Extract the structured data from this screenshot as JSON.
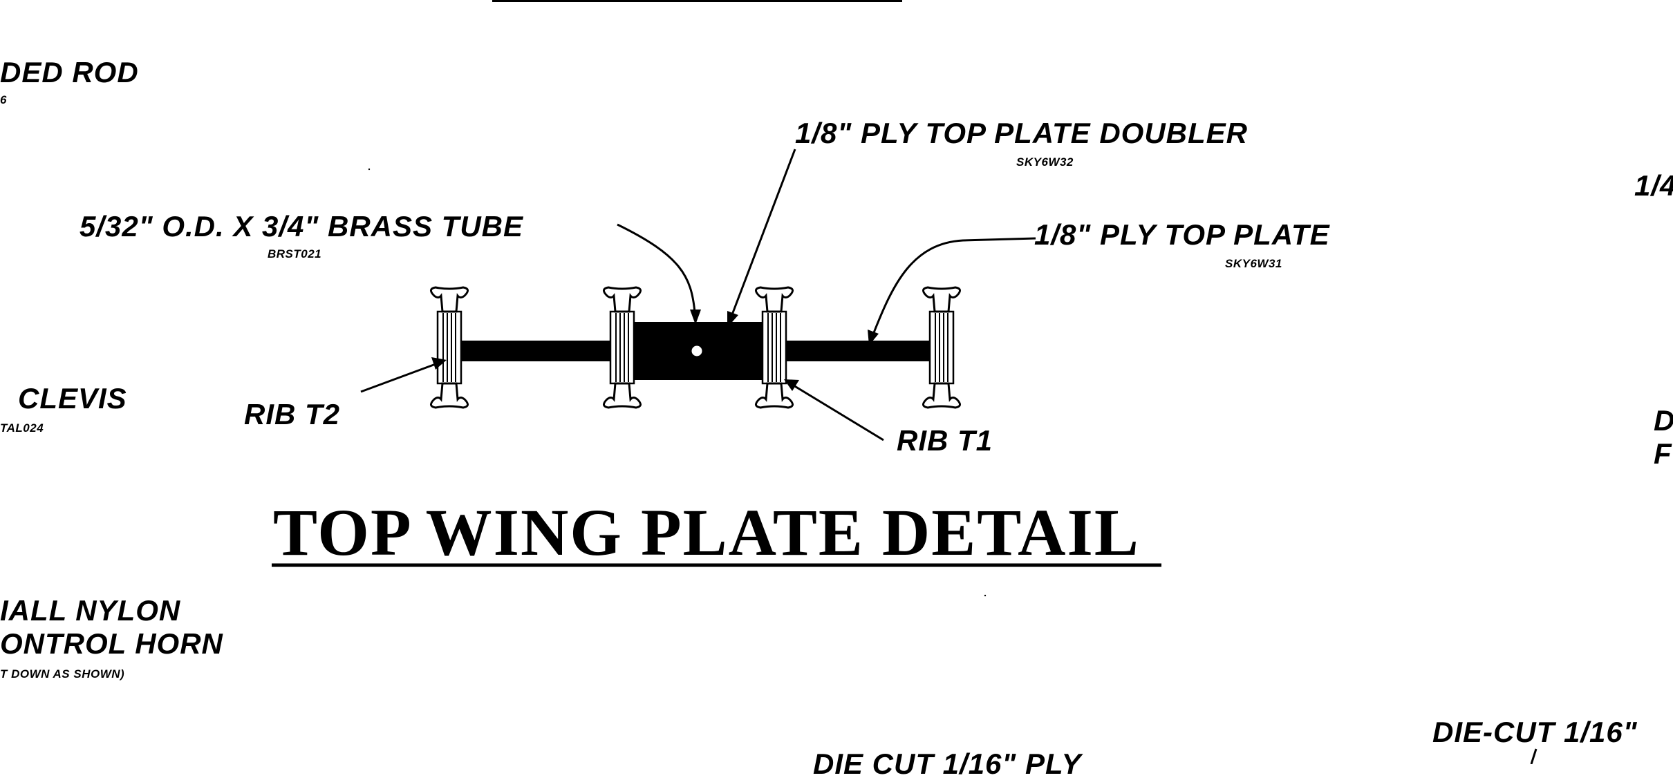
{
  "title": "TOP WING PLATE DETAIL",
  "callouts": {
    "ply_doubler": {
      "label": "1/8\" PLY TOP PLATE DOUBLER",
      "part": "SKY6W32"
    },
    "brass_tube": {
      "label": "5/32\" O.D. X 3/4\" BRASS TUBE",
      "part": "BRST021"
    },
    "ply_top_plate": {
      "label": "1/8\" PLY TOP PLATE",
      "part": "SKY6W31"
    },
    "rib_t2": {
      "label": "RIB T2"
    },
    "rib_t1": {
      "label": "RIB T1"
    }
  },
  "edge_left": {
    "threaded_rod": "DED ROD",
    "threaded_rod_part": "6",
    "clevis": "CLEVIS",
    "clevis_part": "TAL024",
    "nylon_line1": "IALL NYLON",
    "nylon_line2": "ONTROL HORN",
    "nylon_note": "T DOWN AS SHOWN)"
  },
  "edge_right": {
    "fraction": "1/4",
    "d_line": "D",
    "f_line": "F",
    "die_cut": "DIE-CUT 1/16\""
  },
  "edge_bottom": {
    "die_cut_ply": "DIE CUT 1/16\" PLY"
  }
}
